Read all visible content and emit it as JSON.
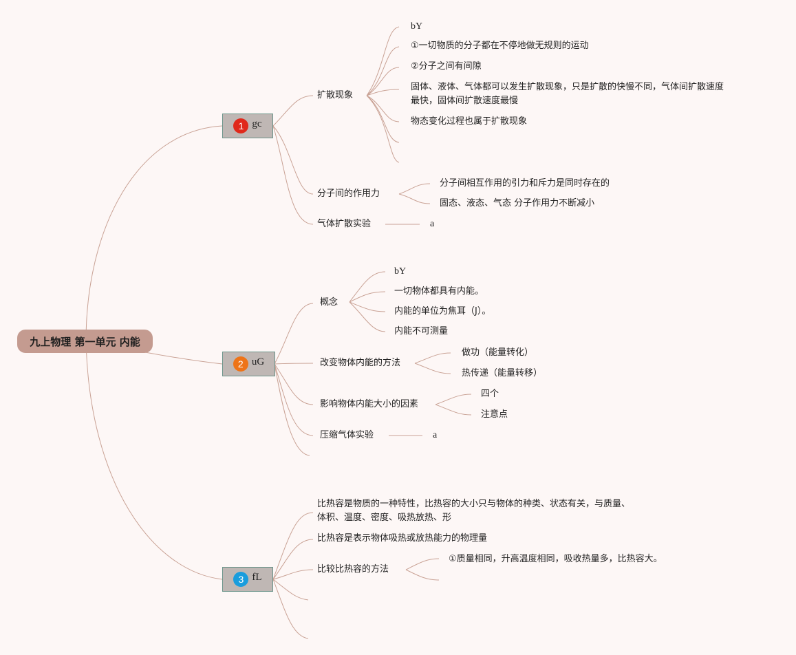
{
  "root": {
    "title": "九上物理 第一单元 内能"
  },
  "colors": {
    "link": "#c9a295",
    "root_bg": "#c49b90",
    "branch_bg": "#bfb7b4",
    "branch_border": "#6a9389",
    "marker1": "#e0291b",
    "marker2": "#ee7418",
    "marker3": "#1a9ddd"
  },
  "branches": [
    {
      "marker": "1",
      "label": "gc",
      "topics": [
        {
          "label": "扩散现象",
          "items": [
            "bY",
            "①一切物质的分子都在不停地做无规则的运动",
            "②分子之间有间隙",
            "固体、液体、气体都可以发生扩散现象，只是扩散的快慢不同，气体间扩散速度",
            "最快，固体间扩散速度最慢",
            "物态变化过程也属于扩散现象"
          ]
        },
        {
          "label": "分子间的作用力",
          "items": [
            "分子间相互作用的引力和斥力是同时存在的",
            "固态、液态、气态 分子作用力不断减小"
          ]
        },
        {
          "label": "气体扩散实验",
          "items": [
            "a"
          ]
        }
      ]
    },
    {
      "marker": "2",
      "label": "uG",
      "topics": [
        {
          "label": "概念",
          "items": [
            "bY",
            "一切物体都具有内能。",
            "内能的单位为焦耳（J）。",
            "内能不可测量"
          ]
        },
        {
          "label": "改变物体内能的方法",
          "items": [
            "做功（能量转化）",
            "热传递（能量转移）"
          ]
        },
        {
          "label": "影响物体内能大小的因素",
          "items": [
            "四个",
            "注意点"
          ]
        },
        {
          "label": "压缩气体实验",
          "items": [
            "a"
          ]
        }
      ]
    },
    {
      "marker": "3",
      "label": "fL",
      "topics": [
        {
          "label": "比热容是物质的一种特性，比热容的大小只与物体的种类、状态有关，与质量、"
        },
        {
          "label": "体积、温度、密度、吸热放热、形"
        },
        {
          "label": "比热容是表示物体吸热或放热能力的物理量"
        },
        {
          "label": "比较比热容的方法",
          "items": [
            "①质量相同，升高温度相同，吸收热量多，比热容大。"
          ]
        }
      ]
    }
  ]
}
